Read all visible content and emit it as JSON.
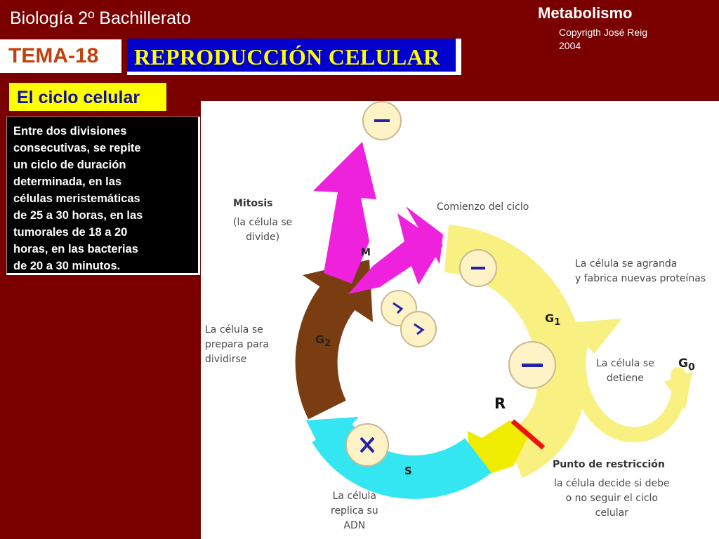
{
  "header": {
    "subject": "Biología 2º Bachillerato",
    "topic": "Metabolismo",
    "copyright": "Copyrigth José Reig\n2004",
    "tema": "TEMA-18",
    "title": "REPRODUCCIÓN CELULAR"
  },
  "section": {
    "title": "El ciclo celular",
    "body": "Entre dos divisiones\nconsecutivas, se repite\nun ciclo de duración\ndeterminada, en las\ncélulas meristemáticas\nde 25 a 30 horas, en las\ntumorales de 18 a 20\nhoras, en las bacterias\nde 20 a 30 minutos."
  },
  "diagram": {
    "labels": {
      "mitosis_title": "Mitosis",
      "mitosis_desc": "(la célula se\ndivide)",
      "comienzo": "Comienzo del ciclo",
      "agranda": "La célula se agranda\ny fabrica nuevas proteínas",
      "prepara": "La célula se\nprepara para\ndividirse",
      "detiene": "La célula se\ndetiene",
      "punto_title": "Punto de restricción",
      "punto_desc": "la célula decide si debe\no no seguir el ciclo\ncelular",
      "replica": "La célula\nreplica su\nADN",
      "r_marker": "R"
    },
    "phases": {
      "m": "M",
      "g1": "G",
      "g1_sub": "1",
      "g2": "G",
      "g2_sub": "2",
      "s": "S",
      "g0": "G",
      "g0_sub": "0"
    },
    "colors": {
      "mitosis": "#ee22dd",
      "g1": "#f8f080",
      "g2": "#7a3d12",
      "s": "#33e6f2",
      "restriction_point": "#ee1111",
      "cell_fill": "#fdf3c6",
      "cell_stroke": "#c8b890",
      "chromosome": "#2222aa"
    }
  }
}
